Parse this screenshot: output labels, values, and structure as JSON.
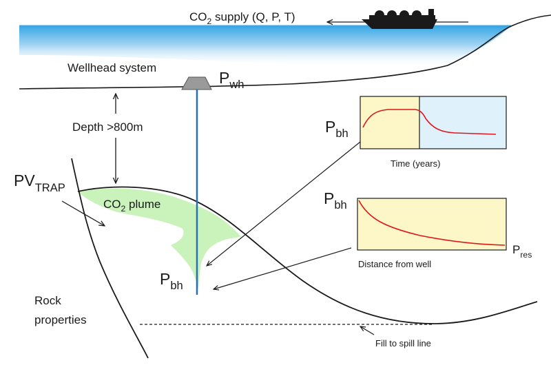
{
  "colors": {
    "sea_top": "#3aa8e6",
    "plume": "#c6f2b6",
    "panel_early": "#fdf7c8",
    "panel_late": "#dff2fb",
    "curve": "#e0141c",
    "well": "#2a6fb0",
    "line": "#1a1a1a"
  },
  "labels": {
    "supply_pre": "CO",
    "supply_sub": "2",
    "supply_post": " supply (Q, P, T)",
    "wellhead_system": "Wellhead system",
    "pwh_main": "P",
    "pwh_sub": "wh",
    "depth": "Depth >800m",
    "pvtrap_main": "PV",
    "pvtrap_sub": "TRAP",
    "plume_pre": "CO",
    "plume_sub": "2",
    "plume_post": " plume",
    "pbh_main": "P",
    "pbh_sub": "bh",
    "rock_line1": "Rock",
    "rock_line2": "properties",
    "spill": "Fill to spill line"
  },
  "chart_time": {
    "ylabel_main": "P",
    "ylabel_sub": "bh",
    "xlabel": "Time (years)"
  },
  "chart_distance": {
    "ylabel_main": "P",
    "ylabel_sub": "bh",
    "xlabel": "Distance from well",
    "end_main": "P",
    "end_sub": "res"
  },
  "icons": [
    "ship-icon",
    "wellhead-icon"
  ]
}
